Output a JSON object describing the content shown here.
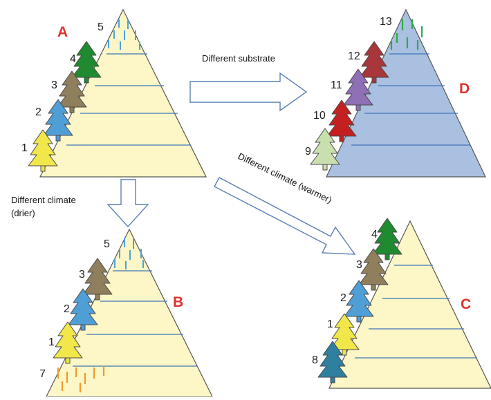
{
  "colors": {
    "mountain_yellow": "#fdf6c6",
    "mountain_blue": "#a9c0e0",
    "band_line": "#3f74b8",
    "letter": "#e0322d",
    "arrow": "#5a7fb5",
    "tree_yellow": "#f1e64a",
    "tree_blue": "#4f9fd6",
    "tree_olive": "#8f7f5c",
    "tree_green": "#1f8a2f",
    "tree_pale": "#c9dfae",
    "tree_red": "#c42020",
    "tree_purple": "#8f6fb6",
    "tree_brown": "#a8363a",
    "tree_teal": "#2f7f9f",
    "alpine_blue": "#4aa3dd",
    "alpine_green": "#2caa4a",
    "alpine_orange": "#f39a2b"
  },
  "panels": {
    "A": {
      "letter": "A",
      "labels": [
        "5",
        "4",
        "3",
        "2",
        "1"
      ]
    },
    "B": {
      "letter": "B",
      "labels": [
        "5",
        "3",
        "2",
        "1",
        "7"
      ]
    },
    "C": {
      "letter": "C",
      "labels": [
        "4",
        "3",
        "2",
        "1",
        "8"
      ]
    },
    "D": {
      "letter": "D",
      "labels": [
        "13",
        "12",
        "11",
        "10",
        "9"
      ]
    }
  },
  "arrows": {
    "substrate": "Different substrate",
    "climate_drier_line1": "Different climate",
    "climate_drier_line2": "(drier)",
    "climate_warmer": "Different climate (warmer)"
  }
}
